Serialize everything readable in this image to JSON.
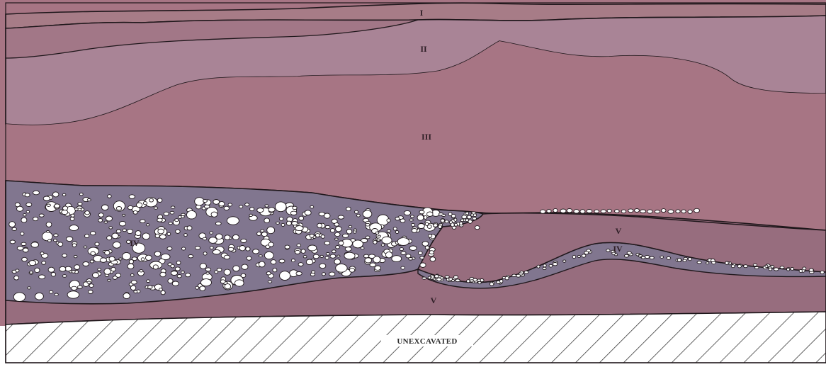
{
  "colors": {
    "layer_i": "#a77c87",
    "layer_ii": "#a98496",
    "layer_iii": "#a77584",
    "layer_iv": "#81768f",
    "layer_v": "#976d7e",
    "stone": "#ffffff",
    "hatch": "#3a3a3a",
    "boundary": "#1f171b"
  },
  "labels": {
    "layer_i": "I",
    "layer_ii": "II",
    "layer_iii": "III",
    "layer_iv_main": "IV",
    "layer_iv_lens": "IV",
    "layer_v_upper": "V",
    "layer_v_lower": "V",
    "unexcavated": "UNEXCAVATED"
  }
}
